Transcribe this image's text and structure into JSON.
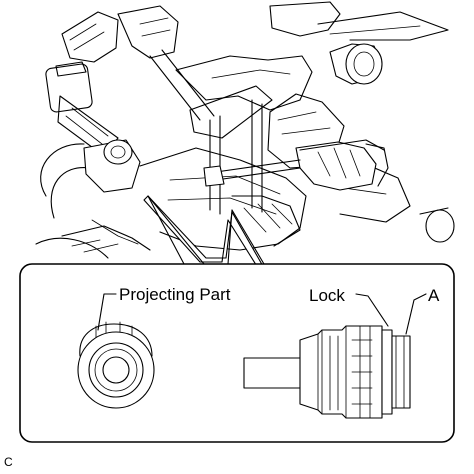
{
  "labels": {
    "projecting_part": "Projecting Part",
    "lock": "Lock",
    "part_a": "A",
    "figure_code": "C"
  },
  "colors": {
    "line": "#000000",
    "background": "#ffffff"
  }
}
